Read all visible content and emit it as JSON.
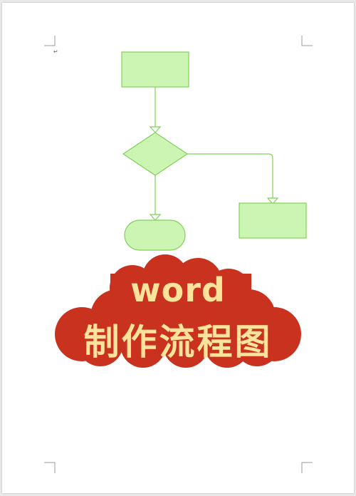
{
  "document": {
    "paragraph_mark": "↵"
  },
  "banner": {
    "line1": "word",
    "line2": "制作流程图",
    "bg_color": "#c8321f",
    "text_color": "#fbe39c"
  },
  "flowchart": {
    "fill_color": "#ccf5b3",
    "stroke_color": "#7ed158",
    "shapes": [
      {
        "kind": "process",
        "name": "top-box"
      },
      {
        "kind": "decision",
        "name": "diamond"
      },
      {
        "kind": "terminator",
        "name": "rounded-end"
      },
      {
        "kind": "process",
        "name": "right-box"
      }
    ]
  }
}
